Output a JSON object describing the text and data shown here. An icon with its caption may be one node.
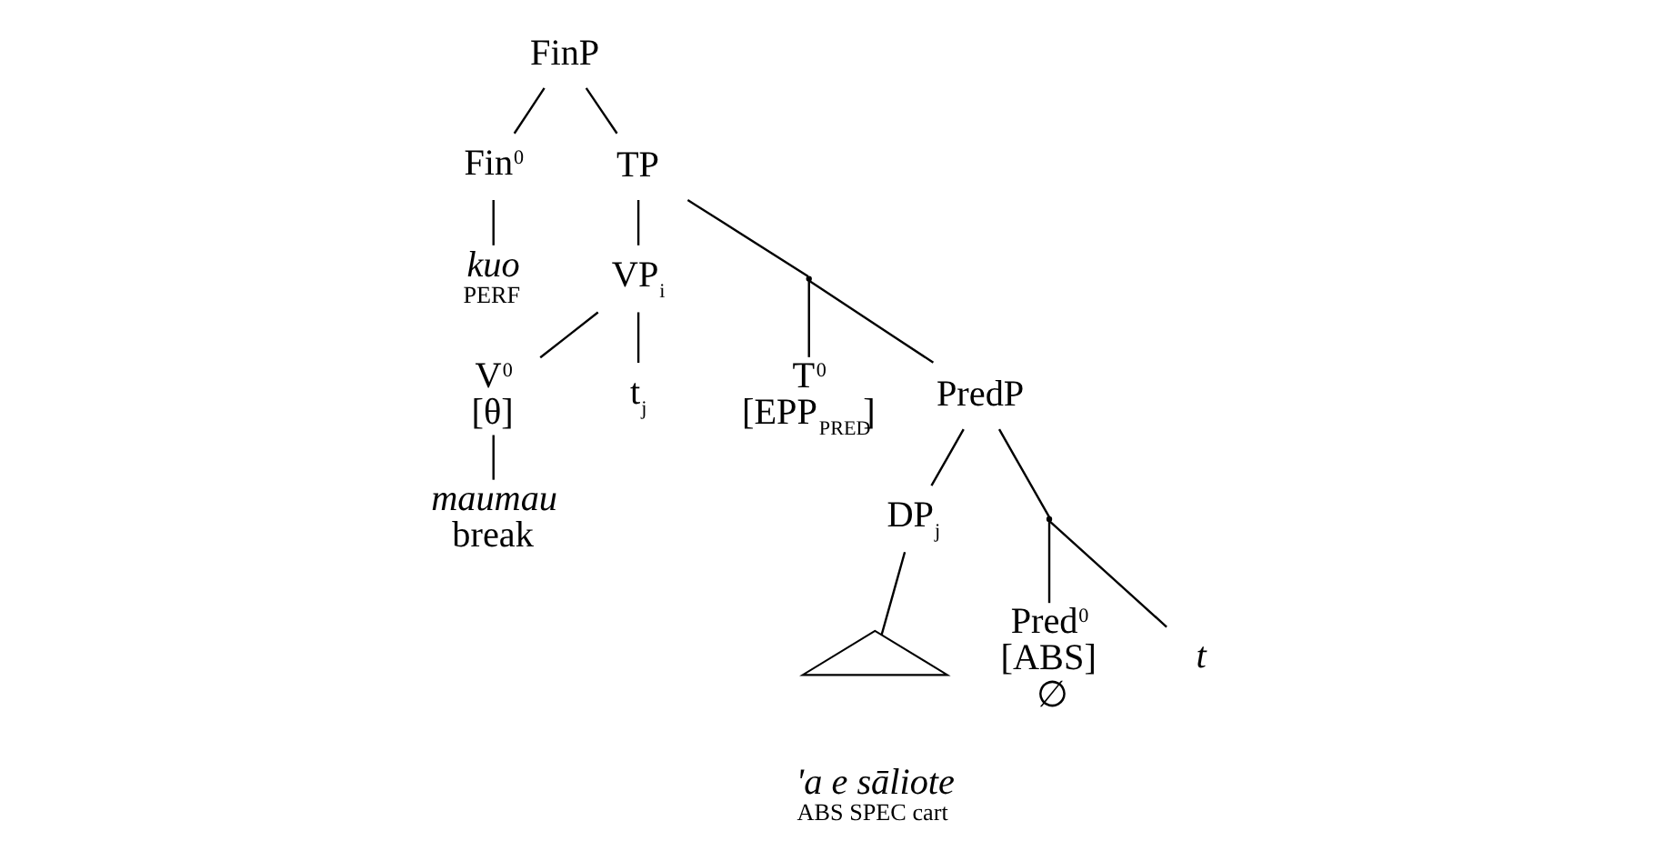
{
  "diagram": {
    "nodes": [
      {
        "text": [
          "FinP"
        ]
      },
      {
        "text": [
          "Fin$^{0}$"
        ]
      },
      {
        "text": [
          "TP"
        ]
      },
      {
        "text": [
          "kuo",
          "PERF"
        ]
      },
      {
        "text": [
          "VP$_{i}$"
        ]
      },
      {
        "text": [],
        "shape": "point"
      },
      {
        "text": [
          "V$^{0}$",
          "[θ]"
        ]
      },
      {
        "text": [
          "t$_{j}$"
        ]
      },
      {
        "text": [
          "T$^{0}$",
          "[EPP$_{PRED}$]"
        ]
      },
      {
        "text": [
          "PredP"
        ]
      },
      {
        "text": [
          "maumau",
          "break"
        ]
      },
      {
        "text": [
          "DP$_{j}$"
        ]
      },
      {
        "text": [],
        "shape": "point"
      },
      {
        "text": [],
        "shape": "triangle",
        "beside": [
          "ʹa e sāliote",
          "ABS SPEC cart"
        ]
      },
      {
        "text": [
          "Pred$^{0}$",
          "[ABS]",
          "∅"
        ]
      },
      {
        "text": [
          "t"
        ]
      }
    ],
    "edges": [
      {
        "from": 0,
        "to": 1,
        "arrow": "none"
      },
      {
        "from": 0,
        "to": 2,
        "arrow": "none"
      },
      {
        "from": 1,
        "to": 3,
        "arrow": "none"
      },
      {
        "from": 2,
        "to": 4,
        "arrow": "none"
      },
      {
        "from": 2,
        "to": 5,
        "arrow": "none"
      },
      {
        "from": 4,
        "to": 6,
        "arrow": "none"
      },
      {
        "from": 4,
        "to": 7,
        "arrow": "none"
      },
      {
        "from": 5,
        "to": 8,
        "arrow": "none"
      },
      {
        "from": 5,
        "to": 9,
        "arrow": "none"
      },
      {
        "from": 6,
        "to": 10,
        "arrow": "none"
      },
      {
        "from": 9,
        "to": 11,
        "arrow": "none"
      },
      {
        "from": 9,
        "to": 12,
        "arrow": "none"
      },
      {
        "from": 11,
        "to": 13,
        "arrow": "none"
      },
      {
        "from": 12,
        "to": 14,
        "arrow": "none"
      },
      {
        "from": 12,
        "to": 15,
        "arrow": "none"
      }
    ]
  }
}
